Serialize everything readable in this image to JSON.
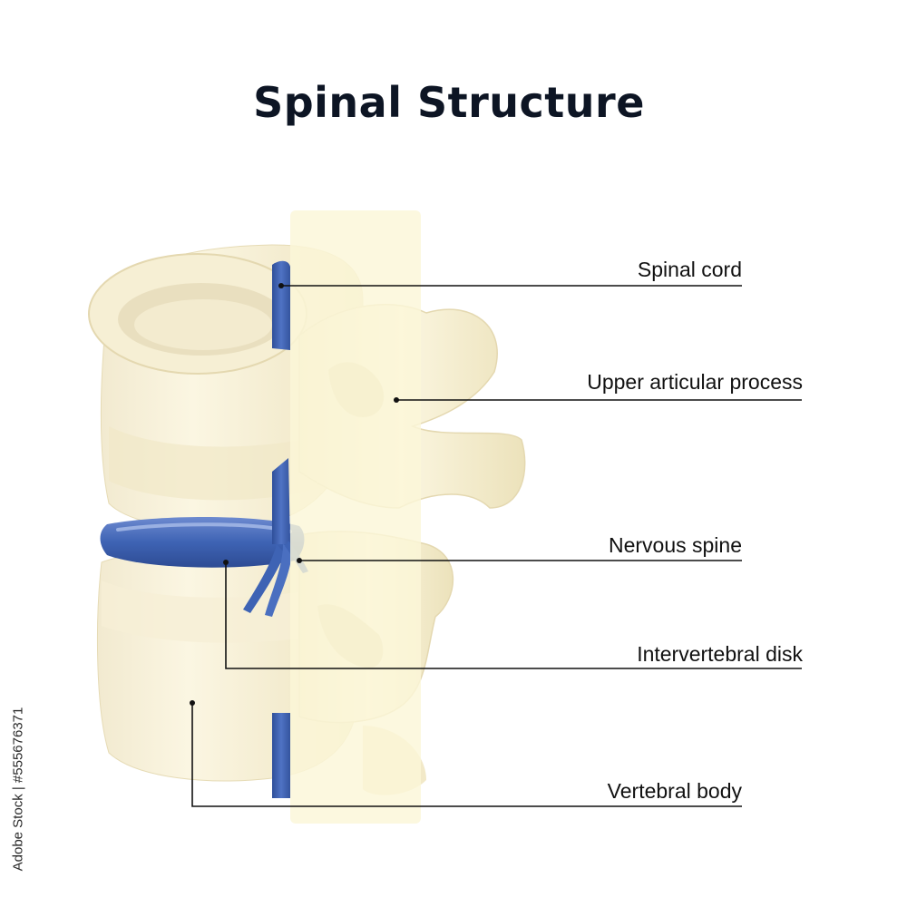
{
  "title": "Spinal Structure",
  "labels": {
    "spinal_cord": "Spinal cord",
    "upper_articular_process": "Upper articular process",
    "nervous_spine": "Nervous spine",
    "intervertebral_disk": "Intervertebral disk",
    "vertebral_body": "Vertebral body"
  },
  "stock_id": "Adobe Stock | #555676371",
  "colors": {
    "bone": "#f4eccb",
    "bone_shadow": "#e2d6ae",
    "cord": "#faf4d4",
    "nerve_blue": "#3e63b4",
    "leader_line": "#111111",
    "title": "#0d1524"
  }
}
